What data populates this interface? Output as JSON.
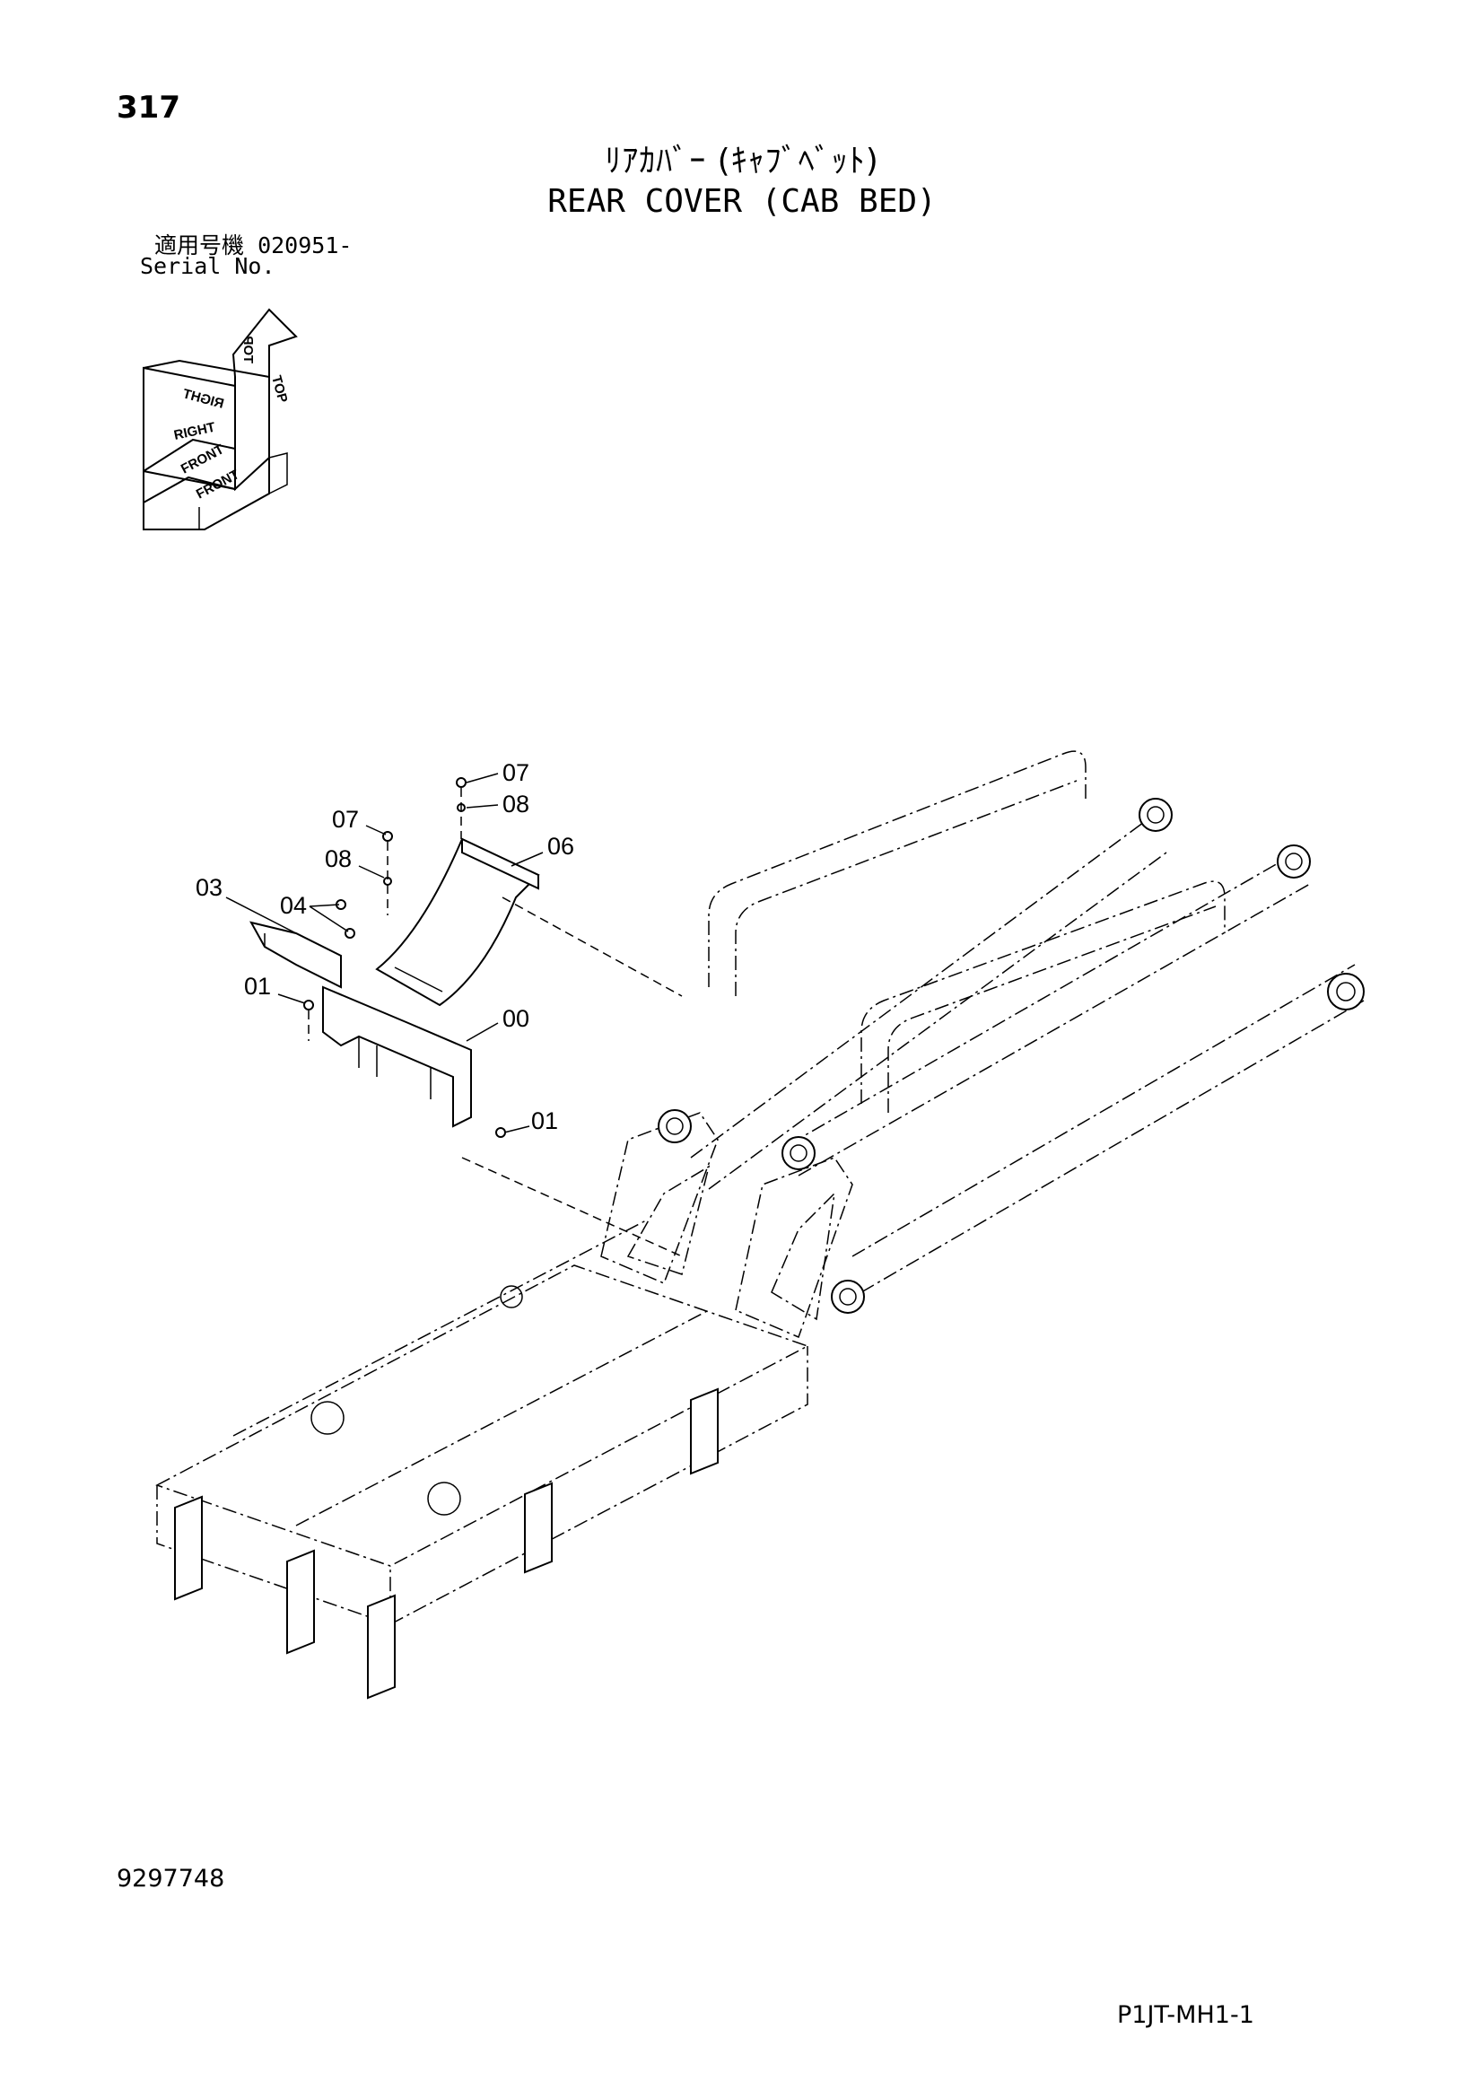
{
  "page_number": "317",
  "title_jp": "ﾘｱｶﾊﾞｰ (ｷｬﾌﾞﾍﾞｯﾄ)",
  "title_en": "REAR COVER (CAB BED)",
  "serial": {
    "label_jp": "適用号機",
    "value": "020951-",
    "label_en": "Serial No."
  },
  "orientation_labels": [
    "TOP",
    "TOP",
    "RIGHT",
    "RIGHT",
    "FRONT",
    "FRONT"
  ],
  "callouts": [
    "07",
    "08",
    "06",
    "07",
    "08",
    "03",
    "04",
    "01",
    "00",
    "01"
  ],
  "doc_number": "9297748",
  "sheet_code": "P1JT-MH1-1"
}
